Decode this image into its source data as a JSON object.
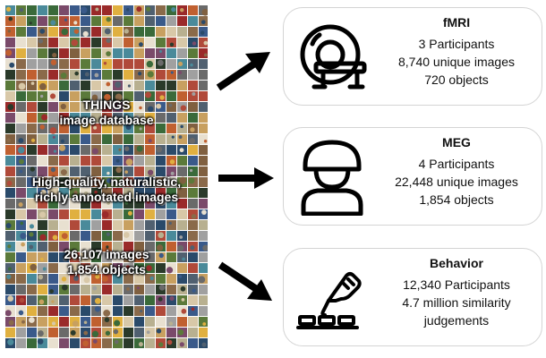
{
  "mosaic": {
    "title_lines": [
      "THINGS",
      "image database"
    ],
    "description_lines": [
      "High-quality, naturalistic,",
      "richly annotated images"
    ],
    "count_lines": [
      "26,107 images",
      "1,854 objects"
    ]
  },
  "cards": [
    {
      "title": "fMRI",
      "icon": "mri-scanner-icon",
      "lines": [
        "3 Participants",
        "8,740 unique images",
        "720 objects"
      ]
    },
    {
      "title": "MEG",
      "icon": "meg-helmet-person-icon",
      "lines": [
        "4 Participants",
        "22,448 unique images",
        "1,854 objects"
      ]
    },
    {
      "title": "Behavior",
      "icon": "pointing-hand-icon",
      "lines": [
        "12,340 Participants",
        "4.7 million similarity",
        "judgements"
      ]
    }
  ],
  "colors": {
    "card_border": "#d4d4d4",
    "arrow": "#000000",
    "label_text": "#ffffff"
  }
}
